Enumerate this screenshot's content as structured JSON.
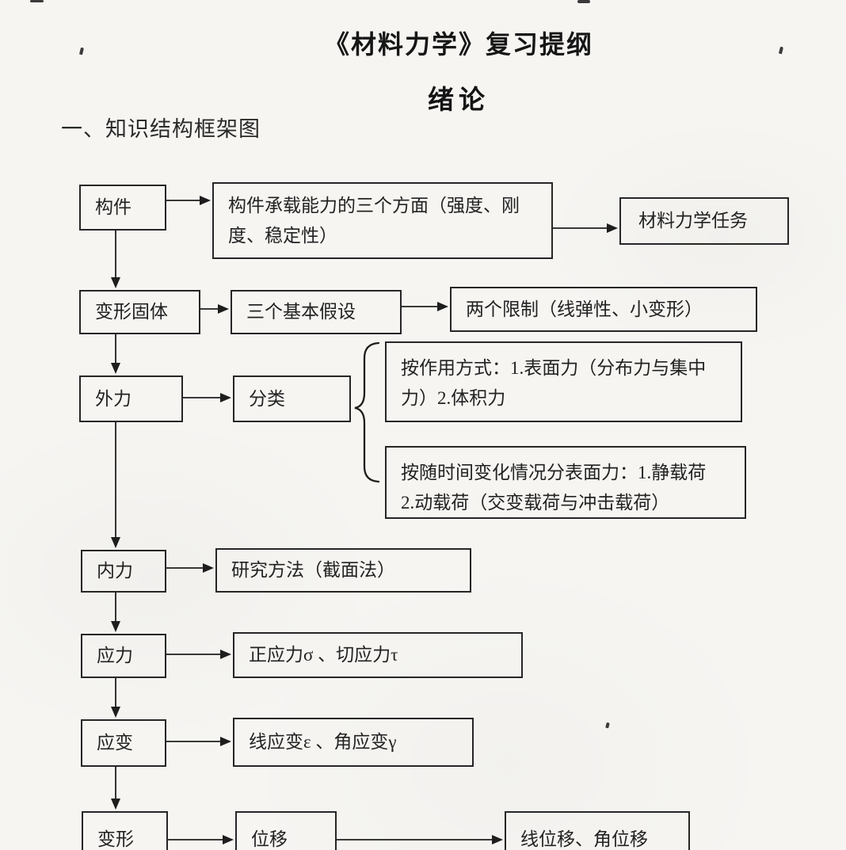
{
  "page": {
    "title": "《材料力学》复习提纲",
    "subtitle": "绪论",
    "section_heading": "一、知识结构框架图"
  },
  "colors": {
    "ink": "#1c1c1c",
    "paper": "#f6f5f2",
    "box_border": "#262626"
  },
  "flowchart": {
    "nodes": {
      "goujian": "构件",
      "chengzai_l1": "构件承载能力的三个方面（强度、刚",
      "chengzai_l2": "度、稳定性）",
      "renwu": "材料力学任务",
      "bianxingguti": "变形固体",
      "jiashe": "三个基本假设",
      "xianzhi": "两个限制（线弹性、小变形）",
      "waili": "外力",
      "fenlei": "分类",
      "zuoyong_l1": "按作用方式：1.表面力（分布力与集中",
      "zuoyong_l2": "力）2.体积力",
      "shijian_l1": "按随时间变化情况分表面力：1.静载荷",
      "shijian_l2": "2.动载荷（交变载荷与冲击载荷）",
      "neili": "内力",
      "yanjiufangfa": "研究方法（截面法）",
      "yingli": "应力",
      "zhengyingli": "正应力σ 、切应力τ",
      "yingbian": "应变",
      "xianyingbian": "线应变ε 、角应变γ",
      "bianxing": "变形",
      "weiyi": "位移",
      "xianweiyi": "线位移、角位移"
    }
  }
}
